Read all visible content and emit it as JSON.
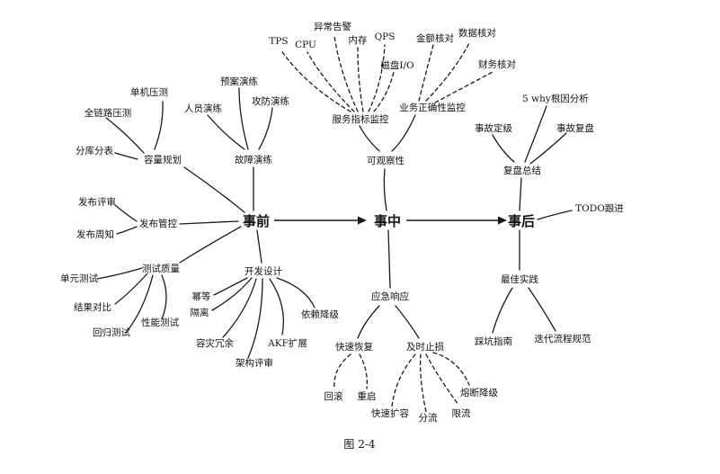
{
  "stages": {
    "before": "事前",
    "during": "事中",
    "after": "事后"
  },
  "before": {
    "capacity": {
      "label": "容量规划",
      "children": [
        "全链路压测",
        "单机压测",
        "分库分表"
      ]
    },
    "drill": {
      "label": "故障演练",
      "children": [
        "人员演练",
        "预案演练",
        "攻防演练"
      ]
    },
    "release": {
      "label": "发布管控",
      "children": [
        "发布评审",
        "发布周知"
      ]
    },
    "testing": {
      "label": "测试质量",
      "children": [
        "单元测试",
        "结果对比",
        "回归测试",
        "性能测试"
      ]
    },
    "design": {
      "label": "开发设计",
      "children": [
        "幂等",
        "隔离",
        "容灾冗余",
        "架构评审",
        "AKF扩展",
        "依赖降级"
      ]
    }
  },
  "during": {
    "observability": {
      "label": "可观察性",
      "service": {
        "label": "服务指标监控",
        "children": [
          "TPS",
          "CPU",
          "异常告警",
          "内存",
          "QPS",
          "磁盘I/O"
        ]
      },
      "business": {
        "label": "业务正确性监控",
        "children": [
          "金额核对",
          "数据核对",
          "财务核对"
        ]
      }
    },
    "response": {
      "label": "应急响应",
      "recover": {
        "label": "快速恢复",
        "children": [
          "回滚",
          "重启"
        ]
      },
      "stoploss": {
        "label": "及时止损",
        "children": [
          "快速扩容",
          "分流",
          "限流",
          "熔断降级"
        ]
      }
    }
  },
  "after": {
    "review": {
      "label": "复盘总结",
      "children": [
        "事故定级",
        "5 why根因分析",
        "事故复盘"
      ]
    },
    "todo": "TODO跟进",
    "practice": {
      "label": "最佳实践",
      "children": [
        "踩坑指南",
        "迭代流程规范"
      ]
    }
  },
  "caption": "图 2-4"
}
